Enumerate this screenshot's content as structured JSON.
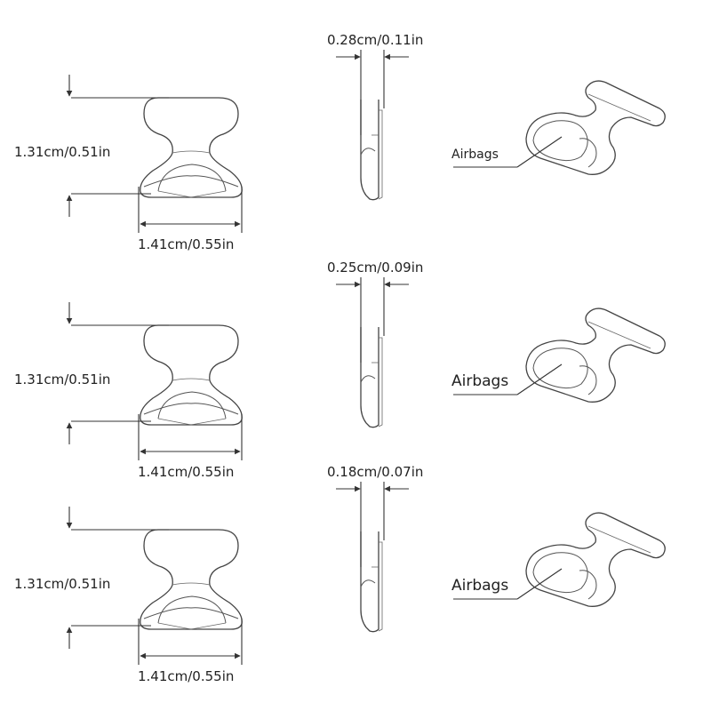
{
  "sets": [
    {
      "height_label": "1.31cm/0.51in",
      "width_label": "1.41cm/0.55in",
      "thickness_label": "0.28cm/0.11in",
      "callout_label": "Airbags"
    },
    {
      "height_label": "1.31cm/0.51in",
      "width_label": "1.41cm/0.55in",
      "thickness_label": "0.25cm/0.09in",
      "callout_label": "Airbags"
    },
    {
      "height_label": "1.31cm/0.51in",
      "width_label": "1.41cm/0.55in",
      "thickness_label": "0.18cm/0.07in",
      "callout_label": "Airbags"
    }
  ],
  "colors": {
    "line": "#333333",
    "background": "#ffffff"
  }
}
